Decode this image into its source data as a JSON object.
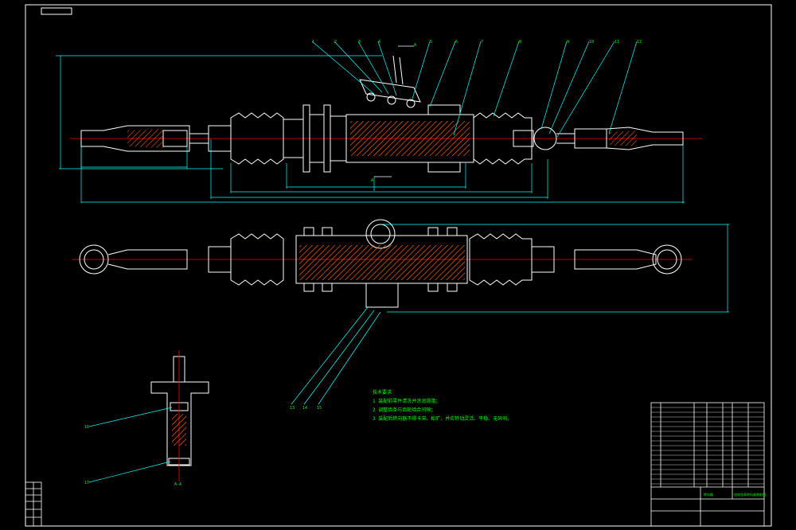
{
  "drawing": {
    "view_label": "A-A",
    "section_marker": "A",
    "part_numbers": [
      "1",
      "2",
      "3",
      "4",
      "5",
      "6",
      "7",
      "8",
      "9",
      "10",
      "11",
      "12",
      "13",
      "14",
      "15",
      "16",
      "17"
    ],
    "tech_notes": {
      "title": "技术要求",
      "lines": [
        "1 装配前零件清洗并涂润滑脂；",
        "2 调整齿条与齿轮啮合间隙；",
        "3 装配后转向器不得卡滞、松旷，并应转动灵活、平稳、无异响。"
      ]
    },
    "title_block": {
      "assembly_name": "转向器",
      "drawing_title": "齿轮齿条转向器装配图"
    }
  },
  "colors": {
    "background": "#000000",
    "outline": "#ffffff",
    "center_line": "#ff0000",
    "dimension": "#00ffff",
    "hatch": "#ff6000",
    "leader": "#00ffff",
    "text": "#00ff00"
  }
}
